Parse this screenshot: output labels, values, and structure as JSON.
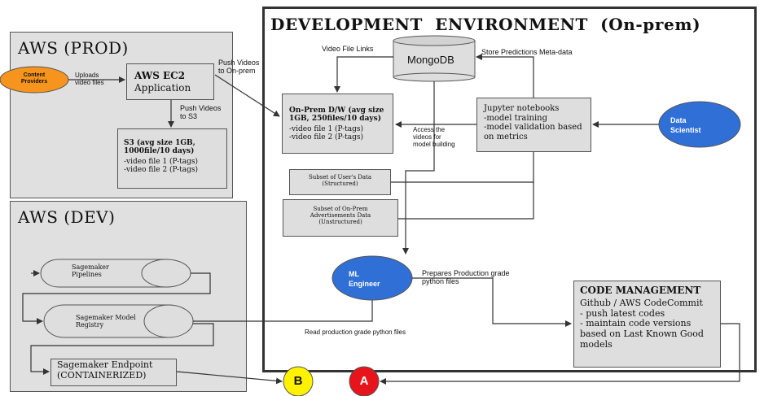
{
  "regions": {
    "aws_prod": "AWS (PROD)",
    "aws_dev": "AWS (DEV)",
    "dev_env": "DEVELOPMENT  ENVIRONMENT  (On-prem)"
  },
  "nodes": {
    "content_providers": "Content\nProviders",
    "ec2_title": "AWS EC2",
    "ec2_sub": "Application",
    "s3": "S3 (avg size 1GB,\n1000file/10 days)",
    "s3_items": "-video file 1 (P-tags)\n-video file 2 (P-tags)",
    "mongodb": "MongoDB",
    "onprem_dw": "On-Prem D/W (avg size\n1GB, 250files/10 days)",
    "onprem_items": "-video file 1 (P-tags)\n-video file 2 (P-tags)",
    "jupyter": "Jupyter notebooks\n-model training\n-model validation based\non metrics",
    "data_scientist": "Data\nScientist",
    "subset_user": "Subset of User's Data\n(Structured)",
    "subset_ads": "Subset of On-Prem\nAdvertisements Data\n(Unstructured)",
    "ml_engineer": "ML\nEngineer",
    "code_mgmt_title": "CODE MANAGEMENT",
    "code_mgmt_body": "Github / AWS CodeCommit\n- push latest codes\n- maintain code versions\nbased on Last Known Good\nmodels",
    "sm_pipelines": "Sagemaker\nPipelines",
    "sm_registry": "Sagemaker Model\nRegistry",
    "sm_endpoint": "Sagemaker Endpoint\n(CONTAINERIZED)",
    "marker_a": "A",
    "marker_b": "B"
  },
  "edge_labels": {
    "uploads": "Uploads\nvideo files",
    "push_onprem": "Push Videos\nto On-prem",
    "push_s3": "Push Videos\nto S3",
    "video_links": "Video File Links",
    "store_predictions": "Store Predictions Meta-data",
    "access_videos": "Access the\nvideos for\nmodel building",
    "prepares": "Prepares Production grade\npython files",
    "read_prod": "Read production grade python files"
  },
  "colors": {
    "content_providers": "#f7941d",
    "data_scientist": "#2f6fd6",
    "ml_engineer": "#2f6fd6",
    "marker_a": "#e8141c",
    "marker_b": "#fff200",
    "box_fill": "#dedede"
  }
}
